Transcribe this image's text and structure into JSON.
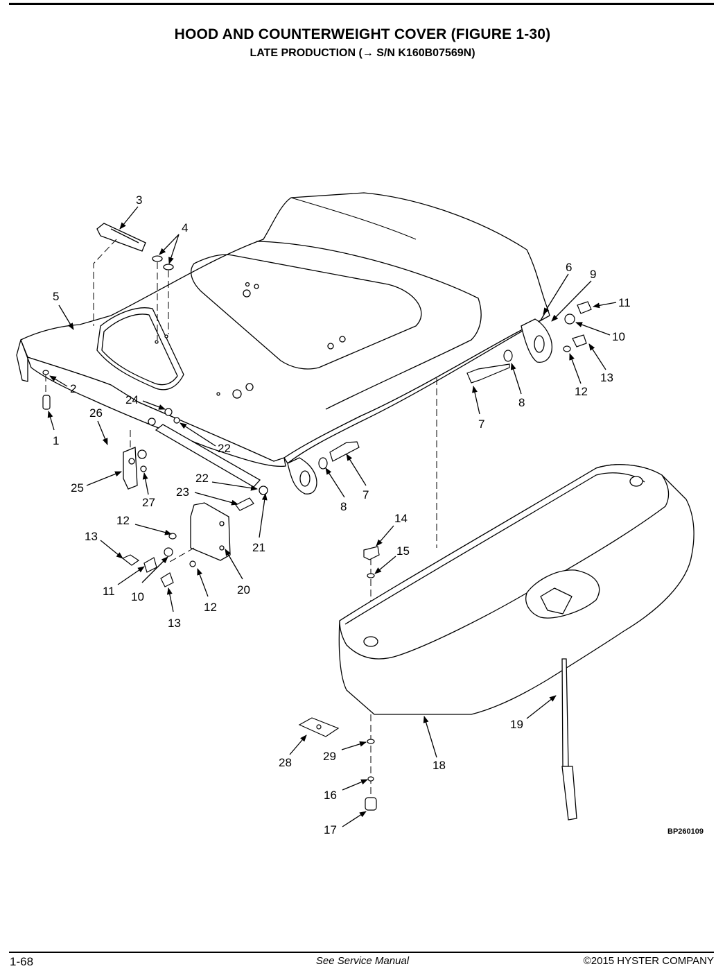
{
  "header": {
    "title": "HOOD AND COUNTERWEIGHT COVER (FIGURE 1-30)",
    "subtitle": "LATE PRODUCTION  (→ S/N K160B07569N)"
  },
  "diagram": {
    "figure_code": "BP260109",
    "callouts": [
      {
        "id": "c3",
        "label": "3"
      },
      {
        "id": "c4",
        "label": "4"
      },
      {
        "id": "c5",
        "label": "5"
      },
      {
        "id": "c6",
        "label": "6"
      },
      {
        "id": "c9",
        "label": "9"
      },
      {
        "id": "c11a",
        "label": "11"
      },
      {
        "id": "c10a",
        "label": "10"
      },
      {
        "id": "c13a",
        "label": "13"
      },
      {
        "id": "c12a",
        "label": "12"
      },
      {
        "id": "c8a",
        "label": "8"
      },
      {
        "id": "c7a",
        "label": "7"
      },
      {
        "id": "c2",
        "label": "2"
      },
      {
        "id": "c1",
        "label": "1"
      },
      {
        "id": "c24",
        "label": "24"
      },
      {
        "id": "c22a",
        "label": "22"
      },
      {
        "id": "c26",
        "label": "26"
      },
      {
        "id": "c25",
        "label": "25"
      },
      {
        "id": "c27",
        "label": "27"
      },
      {
        "id": "c22b",
        "label": "22"
      },
      {
        "id": "c23",
        "label": "23"
      },
      {
        "id": "c8b",
        "label": "8"
      },
      {
        "id": "c7b",
        "label": "7"
      },
      {
        "id": "c12b",
        "label": "12"
      },
      {
        "id": "c13b",
        "label": "13"
      },
      {
        "id": "c21",
        "label": "21"
      },
      {
        "id": "c11b",
        "label": "11"
      },
      {
        "id": "c10b",
        "label": "10"
      },
      {
        "id": "c20",
        "label": "20"
      },
      {
        "id": "c12c",
        "label": "12"
      },
      {
        "id": "c13c",
        "label": "13"
      },
      {
        "id": "c14",
        "label": "14"
      },
      {
        "id": "c15",
        "label": "15"
      },
      {
        "id": "c19",
        "label": "19"
      },
      {
        "id": "c28",
        "label": "28"
      },
      {
        "id": "c29",
        "label": "29"
      },
      {
        "id": "c18",
        "label": "18"
      },
      {
        "id": "c16",
        "label": "16"
      },
      {
        "id": "c17",
        "label": "17"
      }
    ]
  },
  "footer": {
    "page": "1-68",
    "center": "See Service Manual",
    "copyright": "©2015 HYSTER COMPANY"
  }
}
